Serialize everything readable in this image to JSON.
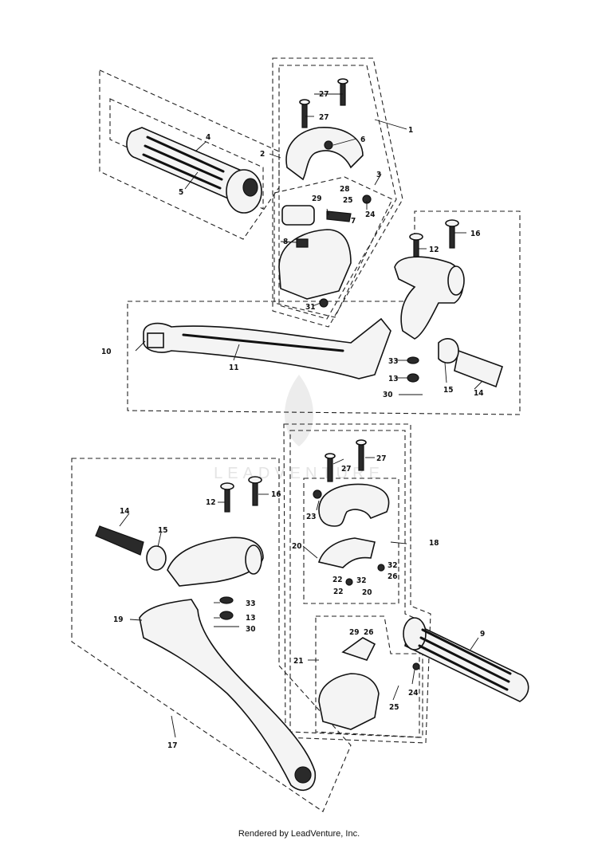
{
  "watermark": {
    "text": "LEADVENTURE"
  },
  "footer": {
    "text": "Rendered by LeadVenture, Inc."
  },
  "callouts": [
    {
      "id": "c27a",
      "text": "27"
    },
    {
      "id": "c27b",
      "text": "27"
    },
    {
      "id": "c1",
      "text": "1"
    },
    {
      "id": "c2",
      "text": "2"
    },
    {
      "id": "c4",
      "text": "4"
    },
    {
      "id": "c5",
      "text": "5"
    },
    {
      "id": "c6a",
      "text": "6"
    },
    {
      "id": "c3",
      "text": "3"
    },
    {
      "id": "c28a",
      "text": "28"
    },
    {
      "id": "c29a",
      "text": "29"
    },
    {
      "id": "c25a",
      "text": "25"
    },
    {
      "id": "c24a",
      "text": "24"
    },
    {
      "id": "c7",
      "text": "7"
    },
    {
      "id": "c8",
      "text": "8"
    },
    {
      "id": "c31",
      "text": "31"
    },
    {
      "id": "c16a",
      "text": "16"
    },
    {
      "id": "c12a",
      "text": "12"
    },
    {
      "id": "c10a",
      "text": "10"
    },
    {
      "id": "c11",
      "text": "11"
    },
    {
      "id": "c33a",
      "text": "33"
    },
    {
      "id": "c13a",
      "text": "13"
    },
    {
      "id": "c30a",
      "text": "30"
    },
    {
      "id": "c15a",
      "text": "15"
    },
    {
      "id": "c14a",
      "text": "14"
    },
    {
      "id": "c27c",
      "text": "27"
    },
    {
      "id": "c27d",
      "text": "27"
    },
    {
      "id": "c23",
      "text": "23"
    },
    {
      "id": "c18",
      "text": "18"
    },
    {
      "id": "c12b",
      "text": "12"
    },
    {
      "id": "c16b",
      "text": "16"
    },
    {
      "id": "c14b",
      "text": "14"
    },
    {
      "id": "c15b",
      "text": "15"
    },
    {
      "id": "c20a",
      "text": "20"
    },
    {
      "id": "c32a",
      "text": "32"
    },
    {
      "id": "c26a",
      "text": "26"
    },
    {
      "id": "c22a",
      "text": "22"
    },
    {
      "id": "c32b",
      "text": "32"
    },
    {
      "id": "c22b",
      "text": "22"
    },
    {
      "id": "c20b",
      "text": "20"
    },
    {
      "id": "c19",
      "text": "19"
    },
    {
      "id": "c33b",
      "text": "33"
    },
    {
      "id": "c13b",
      "text": "13"
    },
    {
      "id": "c30b",
      "text": "30"
    },
    {
      "id": "c29b",
      "text": "29"
    },
    {
      "id": "c26b",
      "text": "26"
    },
    {
      "id": "c9",
      "text": "9"
    },
    {
      "id": "c21",
      "text": "21"
    },
    {
      "id": "c24b",
      "text": "24"
    },
    {
      "id": "c25b",
      "text": "25"
    },
    {
      "id": "c17",
      "text": "17"
    }
  ]
}
